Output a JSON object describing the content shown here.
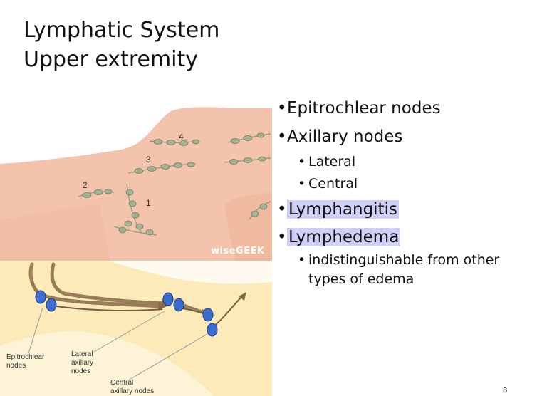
{
  "slide": {
    "title_line1": "Lymphatic System",
    "title_line2": "Upper extremity",
    "page_number": "8"
  },
  "figure_top": {
    "watermark": "wiseGEEK",
    "node_labels": [
      "1",
      "2",
      "3",
      "4"
    ],
    "colors": {
      "skin": "#f3c3ab",
      "nodes": "#9aa88a"
    }
  },
  "figure_bottom": {
    "labels": {
      "epitrochlear": [
        "Epitrochlear",
        "nodes"
      ],
      "lateral": [
        "Lateral",
        "axillary",
        "nodes"
      ],
      "central": [
        "Central",
        "axillary nodes"
      ]
    },
    "colors": {
      "background": "#fcebb8",
      "node": "#3c6cd0",
      "arrow": "#7a5c40"
    }
  },
  "bullets": {
    "epitrochlear": "Epitrochlear nodes",
    "axillary": "Axillary nodes",
    "axillary_sub": [
      "Lateral",
      "Central"
    ],
    "lymphangitis": "Lymphangitis",
    "lymphedema": "Lymphedema",
    "lymphedema_sub": "indistinguishable from other types of edema",
    "highlight_color": "#cfcff7"
  }
}
